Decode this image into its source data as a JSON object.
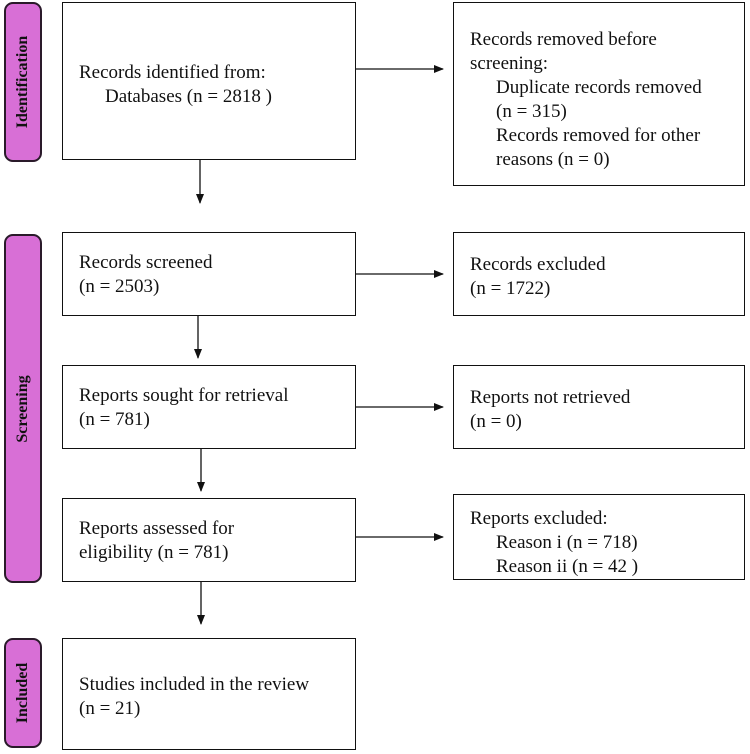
{
  "stages": {
    "identification": "Identification",
    "screening": "Screening",
    "included": "Included"
  },
  "identified": {
    "line1": "Records identified from:",
    "line2": "Databases (n = 2818 )"
  },
  "removed_before": {
    "line1": "Records removed before",
    "line2": "screening:",
    "line3": "Duplicate records removed",
    "line4": "(n = 315)",
    "line5": "Records removed for other",
    "line6": "reasons (n = 0)"
  },
  "screened": {
    "line1": "Records screened",
    "line2": "(n = 2503)"
  },
  "excluded": {
    "line1": "Records excluded",
    "line2": "(n = 1722)"
  },
  "sought": {
    "line1": "Reports sought for retrieval",
    "line2": "(n = 781)"
  },
  "not_retrieved": {
    "line1": "Reports not retrieved",
    "line2": "(n = 0)"
  },
  "assessed": {
    "line1": "Reports assessed for",
    "line2": "eligibility (n = 781)"
  },
  "reports_excluded": {
    "line1": "Reports excluded:",
    "line2": "Reason i (n = 718)",
    "line3": "Reason ii (n = 42 )"
  },
  "included": {
    "line1": "Studies included in the review",
    "line2": "(n = 21)"
  },
  "colors": {
    "stage_fill": "#d86fd6",
    "stroke": "#111111"
  }
}
